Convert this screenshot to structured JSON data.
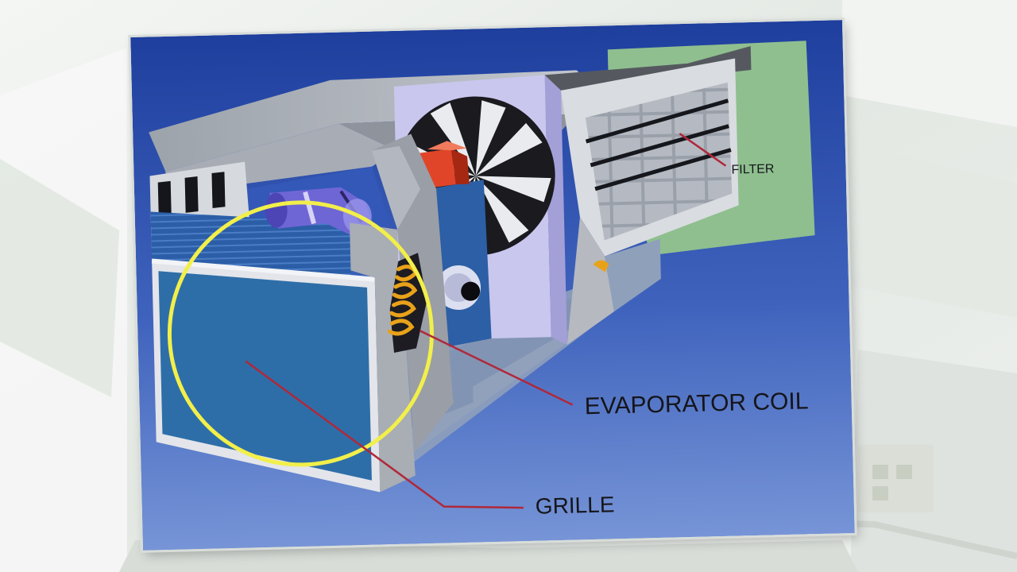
{
  "diagram": {
    "labels": {
      "filter": "FILTER",
      "evaporator_coil": "EVAPORATOR COIL",
      "grille": "GRILLE"
    },
    "colors": {
      "background_top": "#1f3f9e",
      "background_bottom": "#6f8fd4",
      "leader_line": "#b0283a",
      "highlight_circle": "#f2ef4a",
      "filter_panel": "#8fbf8f",
      "fan_housing": "#c9c7ee",
      "motor": "#e0452a",
      "coil": "#e8a21a",
      "grille_panel": "#2e6ea8"
    },
    "icons": [
      "fan-icon",
      "motor-icon",
      "coil-icon",
      "grille-icon",
      "filter-icon"
    ]
  }
}
